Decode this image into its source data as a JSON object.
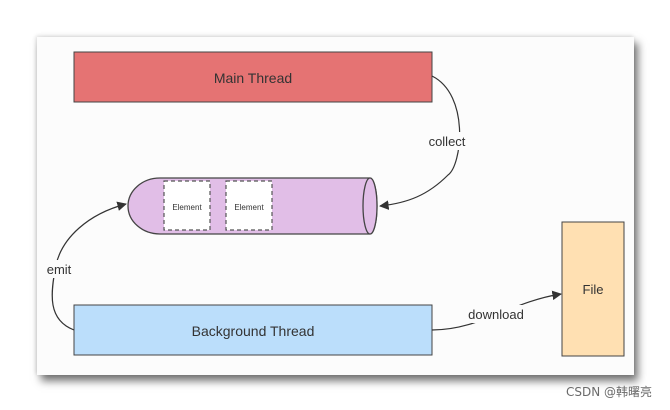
{
  "diagram": {
    "nodes": {
      "main_thread": "Main Thread",
      "background_thread": "Background Thread",
      "file": "File"
    },
    "queue": {
      "elements": [
        "Element",
        "Element"
      ]
    },
    "edges": {
      "collect": "collect",
      "emit": "emit",
      "download": "download"
    }
  },
  "colors": {
    "main_thread_fill": "#e57373",
    "background_thread_fill": "#bbdefb",
    "queue_fill": "#e1bee7",
    "file_fill": "#ffe0b2",
    "stroke": "#444444"
  },
  "watermark": "CSDN @韩曙亮"
}
